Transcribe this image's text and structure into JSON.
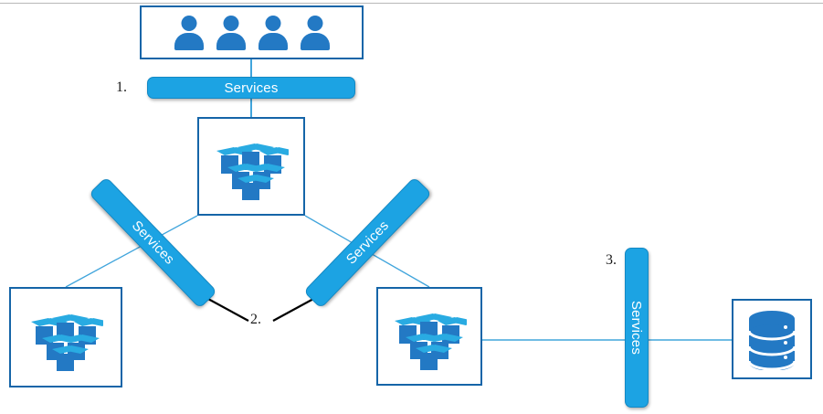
{
  "diagram": {
    "title": "Microservices architecture flow diagram",
    "colors": {
      "bar_fill": "#1CA3E3",
      "bar_border": "#1489C4",
      "node_border": "#1565A8",
      "icon_blue": "#2379C4",
      "icon_light_blue": "#29ABE2",
      "wire_blue": "#41A5DC",
      "leader_black": "#000000",
      "top_rule": "#B8B8B8",
      "background": "#FFFFFF"
    },
    "steps": [
      {
        "id": "1",
        "label": "1."
      },
      {
        "id": "2",
        "label": "2."
      },
      {
        "id": "3",
        "label": "3."
      }
    ],
    "bars": [
      {
        "id": "top",
        "label": "Services",
        "orientation": "horizontal"
      },
      {
        "id": "diag-left",
        "label": "Services",
        "orientation": "diagonal-down"
      },
      {
        "id": "diag-right",
        "label": "Services",
        "orientation": "diagonal-up"
      },
      {
        "id": "vertical",
        "label": "Services",
        "orientation": "vertical"
      }
    ],
    "nodes": [
      {
        "id": "users",
        "icon": "users-group-icon",
        "people_count": 4
      },
      {
        "id": "cluster-top",
        "icon": "container-cluster-icon"
      },
      {
        "id": "cluster-left",
        "icon": "container-cluster-icon"
      },
      {
        "id": "cluster-middle",
        "icon": "container-cluster-icon"
      },
      {
        "id": "database",
        "icon": "database-cylinder-icon",
        "discs": 3
      }
    ]
  }
}
